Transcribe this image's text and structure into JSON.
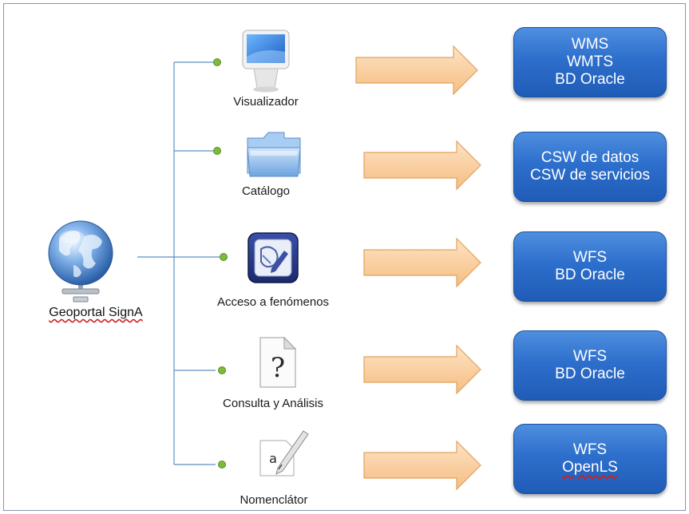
{
  "root": {
    "label": "Geoportal SignA",
    "icon": "globe-network-icon"
  },
  "components": [
    {
      "id": "visualizador",
      "label": "Visualizador",
      "icon": "monitor-icon",
      "services": [
        "WMS",
        "WMTS",
        "BD Oracle"
      ]
    },
    {
      "id": "catalogo",
      "label": "Catálogo",
      "icon": "folder-icon",
      "services": [
        "CSW de datos",
        "CSW de servicios"
      ]
    },
    {
      "id": "acceso",
      "label": "Acceso a fenómenos",
      "icon": "map-pencil-app-icon",
      "services": [
        "WFS",
        "BD Oracle"
      ]
    },
    {
      "id": "consulta",
      "label": "Consulta y Análisis",
      "icon": "question-document-icon",
      "services": [
        "WFS",
        "BD Oracle"
      ]
    },
    {
      "id": "nomenclator",
      "label": "Nomenclátor",
      "icon": "pen-writing-icon",
      "services": [
        "WFS",
        "OpenLS"
      ]
    }
  ],
  "colors": {
    "connector_line": "#5e8fc3",
    "node_dot": "#7db93c",
    "arrow_fill": "#fbd2a4",
    "arrow_stroke": "#e0a35e",
    "box_fill": "#2d6fcc",
    "box_text": "#ffffff"
  }
}
